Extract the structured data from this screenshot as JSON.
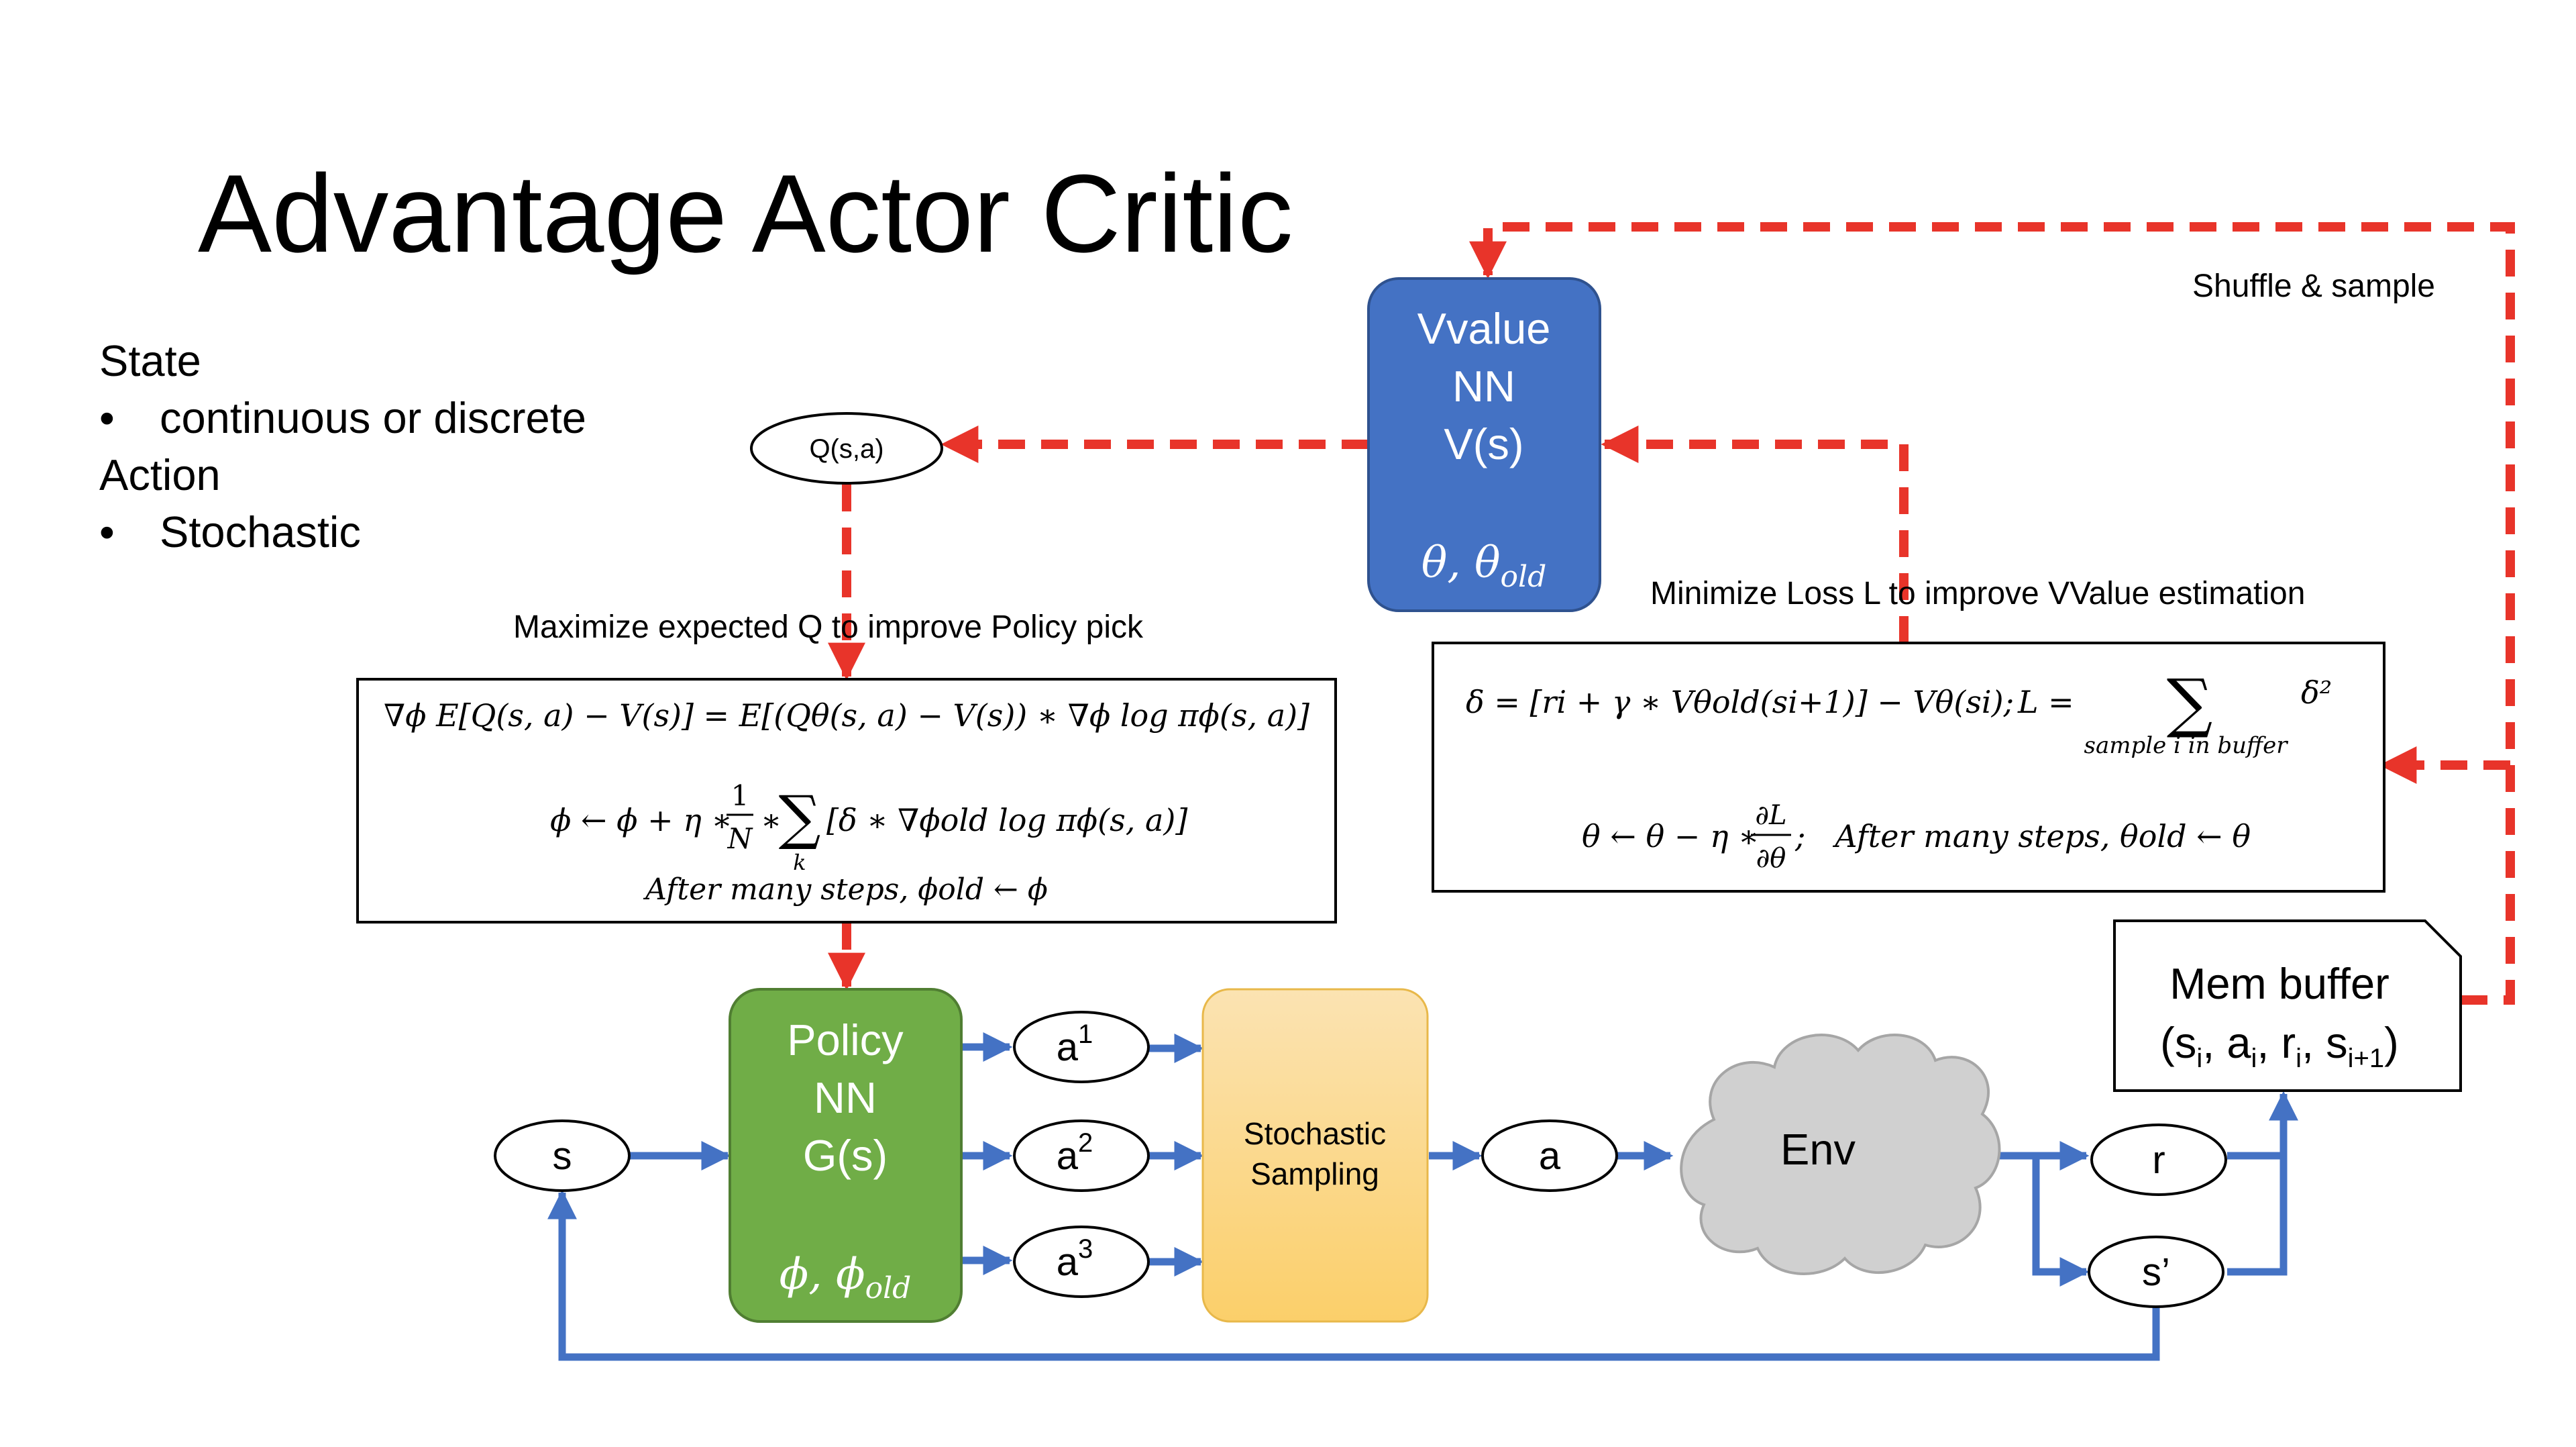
{
  "slide": {
    "title": "Advantage Actor Critic"
  },
  "bullets": [
    {
      "kind": "heading",
      "text": "State"
    },
    {
      "kind": "bullet",
      "text": "continuous or discrete"
    },
    {
      "kind": "heading",
      "text": "Action"
    },
    {
      "kind": "bullet",
      "text": "Stochastic"
    }
  ],
  "bullet_glyph": "•",
  "nodes": {
    "q": "Q(s,a)",
    "s": "s",
    "a1": "a",
    "a1_sup": "1",
    "a2": "a",
    "a2_sup": "2",
    "a3": "a",
    "a3_sup": "3",
    "a": "a",
    "r": "r",
    "s_prime": "s’"
  },
  "vvalue": {
    "line1": "Vvalue",
    "line2": "NN",
    "line3": "V(s)",
    "params": "θ, θ",
    "params_sub": "old",
    "color": "#4472C4"
  },
  "policy": {
    "line1": "Policy",
    "line2": "NN",
    "line3": "G(s)",
    "params": "ϕ, ϕ",
    "params_sub": "old",
    "color": "#70AD47"
  },
  "sampling": {
    "line1": "Stochastic",
    "line2": "Sampling",
    "color": "#FFD966"
  },
  "env": {
    "label": "Env",
    "color": "#D0D0D0"
  },
  "mem_buffer": {
    "line1": "Mem buffer",
    "line2": "(s",
    "sub_i": "i",
    "sep_a": ", a",
    "sep_r": ", r",
    "sep_s": ", s",
    "sub_i1": "i+1",
    "close": ")"
  },
  "annotations": {
    "shuffle": "Shuffle & sample",
    "maximize": "Maximize expected Q to improve Policy pick",
    "minimize": "Minimize Loss L to improve VValue estimation"
  },
  "policy_equations": {
    "eq1": "∇ϕ E[Q(s, a) − V(s)] = E[(Qθ(s, a) − V(s)) ∗ ∇ϕ log πϕ(s, a)]",
    "eq2_left": "ϕ ← ϕ + η ∗",
    "eq2_frac_num": "1",
    "eq2_frac_den": "N",
    "eq2_star": "∗",
    "eq2_sum": "∑",
    "eq2_sum_sub": "k",
    "eq2_right": "[δ ∗ ∇ϕold log πϕ(s, a)]",
    "eq3": "After many steps, ϕold ← ϕ"
  },
  "value_equations": {
    "eq1_left": "δ = [ri + γ ∗ Vθold(si+1)] − Vθ(si);",
    "eq1_L": "L =",
    "eq1_sum": "∑",
    "eq1_sum_sub": "sample i in buffer",
    "eq1_delta": "δ²",
    "eq2_left": "θ ← θ − η ∗",
    "eq2_frac_num": "∂L",
    "eq2_frac_den": "∂θ",
    "eq2_right": ";   After many steps, θold ← θ"
  },
  "colors": {
    "red_dashed": "#E8342A",
    "blue_arrow": "#4472C4",
    "text": "#000000"
  }
}
